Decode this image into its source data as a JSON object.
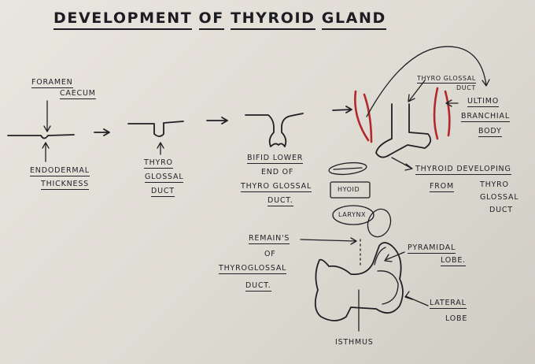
{
  "title": {
    "part1": "DEVELOPMENT",
    "part2": "OF",
    "part3": "THYROID",
    "part4": "GLAND"
  },
  "labels": {
    "foramen_1": "FORAMEN",
    "foramen_2": "CAECUM",
    "endodermal_1": "ENDODERMAL",
    "endodermal_2": "THICKNESS",
    "thyroglossal_duct_1": "THYRO",
    "thyroglossal_duct_2": "GLOSSAL",
    "thyroglossal_duct_3": "DUCT",
    "bifid_1": "BIFID LOWER",
    "bifid_2": "END OF",
    "bifid_3": "THYRO GLOSSAL",
    "bifid_4": "DUCT.",
    "top_duct_1": "THYRO GLOSSAL",
    "top_duct_2": "DUCT",
    "ultimo_1": "ULTIMO",
    "ultimo_2": "BRANCHIAL",
    "ultimo_3": "BODY",
    "thyroid_dev_1": "THYROID DEVELOPING",
    "thyroid_dev_2": "FROM",
    "thyroid_dev_3": "THYRO",
    "thyroid_dev_4": "GLOSSAL",
    "thyroid_dev_5": "DUCT",
    "hyoid": "HYOID",
    "larynx": "LARYNX",
    "remains_1": "REMAIN'S",
    "remains_2": "OF",
    "remains_3": "THYROGLOSSAL",
    "remains_4": "DUCT.",
    "pyramidal_1": "PYRAMIDAL",
    "pyramidal_2": "LOBE.",
    "lateral_1": "LATERAL",
    "lateral_2": "LOBE",
    "isthmus": "ISTHMUS"
  }
}
